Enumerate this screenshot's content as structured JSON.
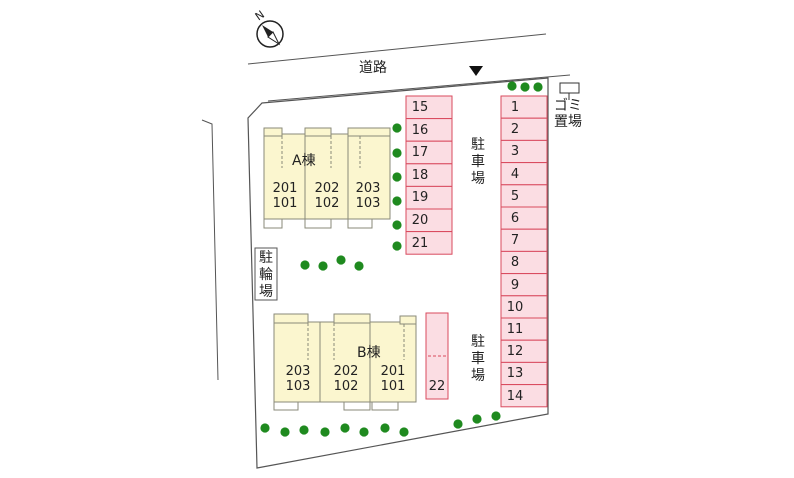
{
  "map": {
    "road_label": "道路",
    "compass_letter": "N",
    "garbage_label": "ゴミ置場",
    "bicycle_parking_label": "駐輪場",
    "parking_label_upper": "駐車場",
    "parking_label_lower": "駐車場",
    "colors": {
      "building_fill": "#fbf6cf",
      "building_stroke": "#8a8a7a",
      "parking_fill": "#fbdde3",
      "parking_stroke": "#d94a5e",
      "tree": "#1f8a1f",
      "boundary": "#555555"
    },
    "parking_column_left": [
      "15",
      "16",
      "17",
      "18",
      "19",
      "20",
      "21"
    ],
    "parking_column_right": [
      "1",
      "2",
      "3",
      "4",
      "5",
      "6",
      "7",
      "8",
      "9",
      "10",
      "11",
      "12",
      "13",
      "14"
    ],
    "parking_single": "22",
    "building_a": {
      "name": "A棟",
      "units": [
        {
          "upper": "201",
          "lower": "101"
        },
        {
          "upper": "202",
          "lower": "102"
        },
        {
          "upper": "203",
          "lower": "103"
        }
      ]
    },
    "building_b": {
      "name": "B棟",
      "units": [
        {
          "upper": "203",
          "lower": "103"
        },
        {
          "upper": "202",
          "lower": "102"
        },
        {
          "upper": "201",
          "lower": "101"
        }
      ]
    },
    "icons": [
      "compass-icon",
      "road-arrow-icon",
      "tree-icon"
    ]
  }
}
